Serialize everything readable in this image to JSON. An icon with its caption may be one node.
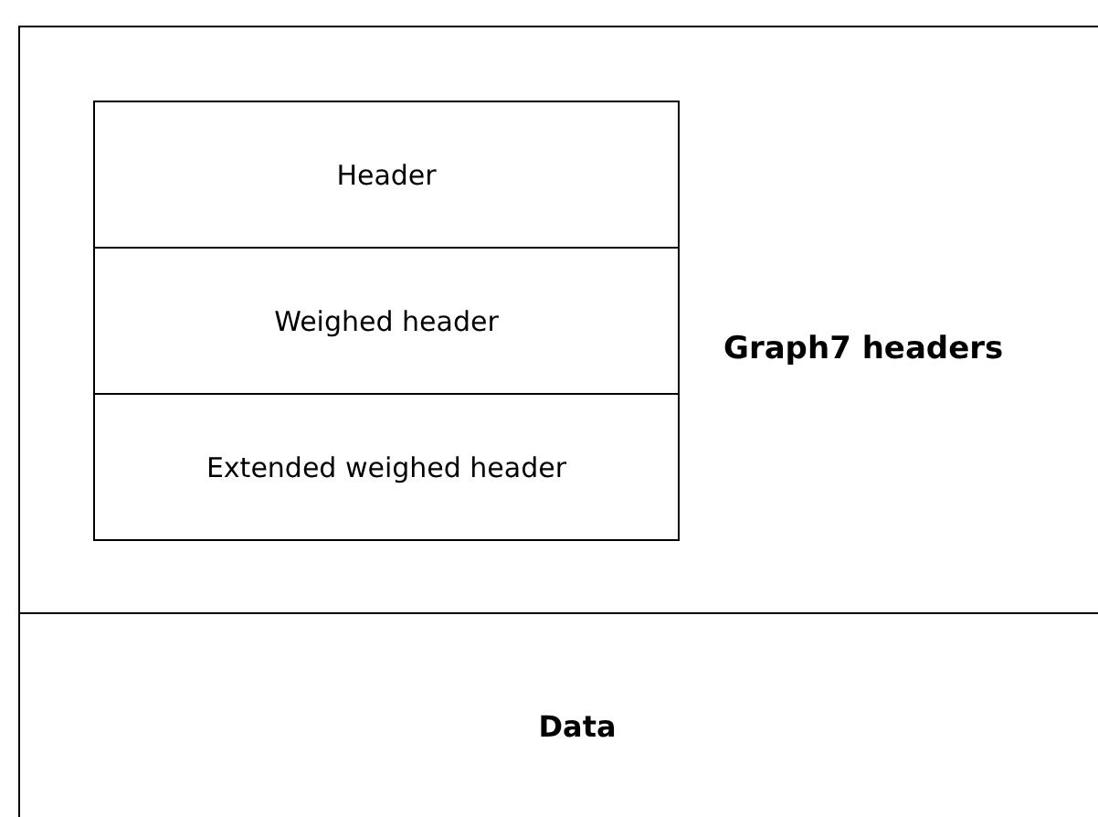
{
  "diagram": {
    "nodes": [
      {
        "text": [
          "Graph7 headers"
        ]
      },
      {
        "text": [
          "Header"
        ],
        "in": 0
      },
      {
        "text": [
          "Weighed header"
        ],
        "in": 0
      },
      {
        "text": [
          "Extended weighed header"
        ],
        "in": 0
      },
      {
        "text": [
          "Data"
        ]
      }
    ]
  }
}
